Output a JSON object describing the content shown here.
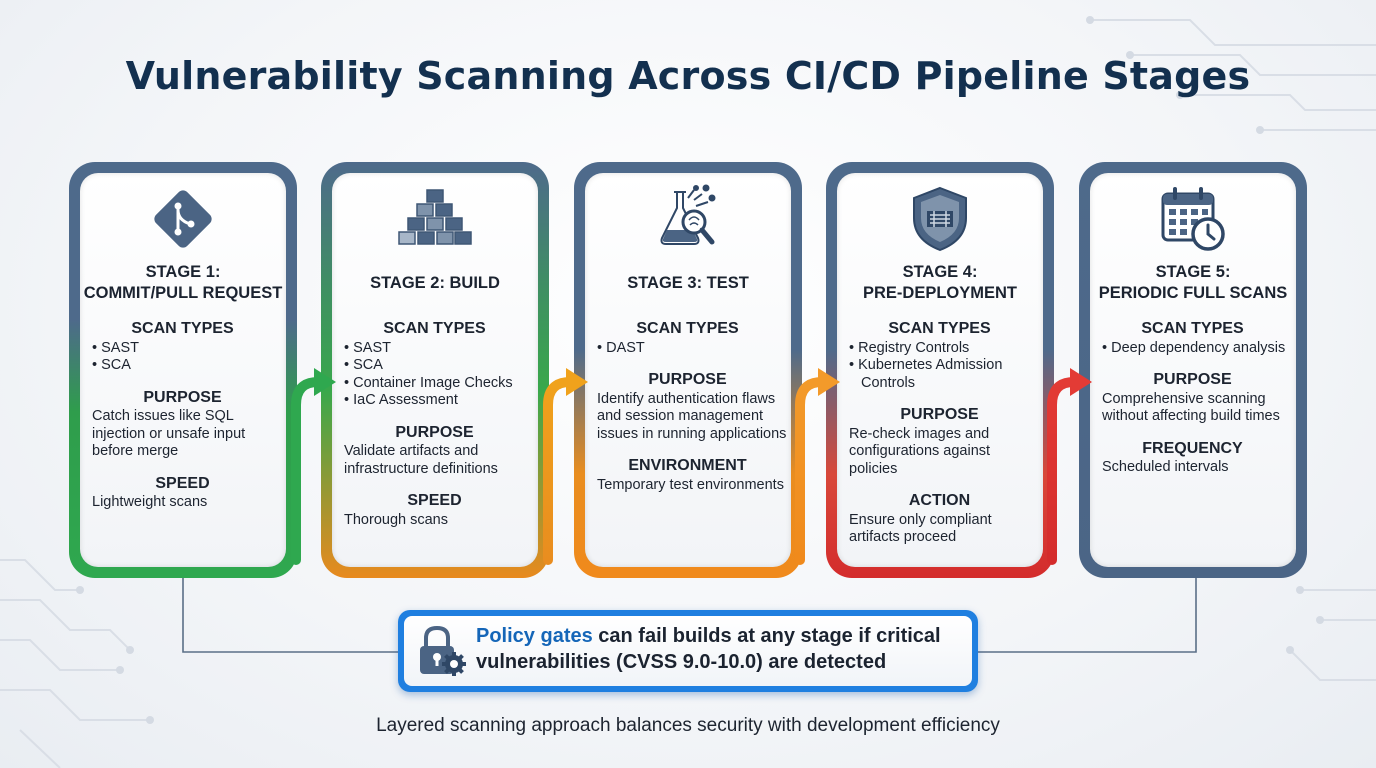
{
  "title": "Vulnerability Scanning Across CI/CD Pipeline Stages",
  "stages": [
    {
      "heading_1": "STAGE 1:",
      "heading_2": "COMMIT/PULL REQUEST",
      "icon": "git-branch-icon",
      "sections": [
        {
          "label": "SCAN TYPES",
          "bullets": [
            "SAST",
            "SCA"
          ]
        },
        {
          "label": "PURPOSE",
          "text": "Catch issues like SQL injection or unsafe input before merge"
        },
        {
          "label": "SPEED",
          "text": "Lightweight scans"
        }
      ]
    },
    {
      "heading_1": "STAGE 2: BUILD",
      "icon": "container-blocks-icon",
      "sections": [
        {
          "label": "SCAN TYPES",
          "bullets": [
            "SAST",
            "SCA",
            "Container Image Checks",
            "IaC Assessment"
          ]
        },
        {
          "label": "PURPOSE",
          "text": "Validate artifacts and infrastructure definitions"
        },
        {
          "label": "SPEED",
          "text": "Thorough scans"
        }
      ]
    },
    {
      "heading_1": "STAGE 3: TEST",
      "icon": "flask-magnifier-icon",
      "sections": [
        {
          "label": "SCAN TYPES",
          "bullets": [
            "DAST"
          ]
        },
        {
          "label": "PURPOSE",
          "text": "Identify authentication flaws and session management issues in running applications"
        },
        {
          "label": "ENVIRONMENT",
          "text": "Temporary test environments"
        }
      ]
    },
    {
      "heading_1": "STAGE 4:",
      "heading_2": "PRE-DEPLOYMENT",
      "icon": "shield-icon",
      "sections": [
        {
          "label": "SCAN TYPES",
          "bullets": [
            "Registry Controls",
            "Kubernetes Admission Controls"
          ]
        },
        {
          "label": "PURPOSE",
          "text": "Re-check images and configurations against policies"
        },
        {
          "label": "ACTION",
          "text": "Ensure only compliant artifacts proceed"
        }
      ]
    },
    {
      "heading_1": "STAGE 5:",
      "heading_2": "PERIODIC FULL SCANS",
      "icon": "calendar-clock-icon",
      "sections": [
        {
          "label": "SCAN TYPES",
          "bullets": [
            "Deep dependency analysis"
          ]
        },
        {
          "label": "PURPOSE",
          "text": "Comprehensive scanning without affecting build times"
        },
        {
          "label": "FREQUENCY",
          "text": "Scheduled intervals"
        }
      ]
    }
  ],
  "policy": {
    "highlight": "Policy gates",
    "rest": " can fail builds at any stage if critical vulnerabilities (CVSS 9.0-10.0) are detected",
    "icon": "lock-gear-icon"
  },
  "caption": "Layered scanning approach balances security with development efficiency",
  "colors": {
    "title": "#13304f",
    "frame_slate": "#4e6a8b",
    "green": "#2fa84f",
    "orange": "#f08a1c",
    "red": "#d42c2c",
    "policy_border": "#1f7fe0",
    "policy_highlight": "#1566b8"
  }
}
